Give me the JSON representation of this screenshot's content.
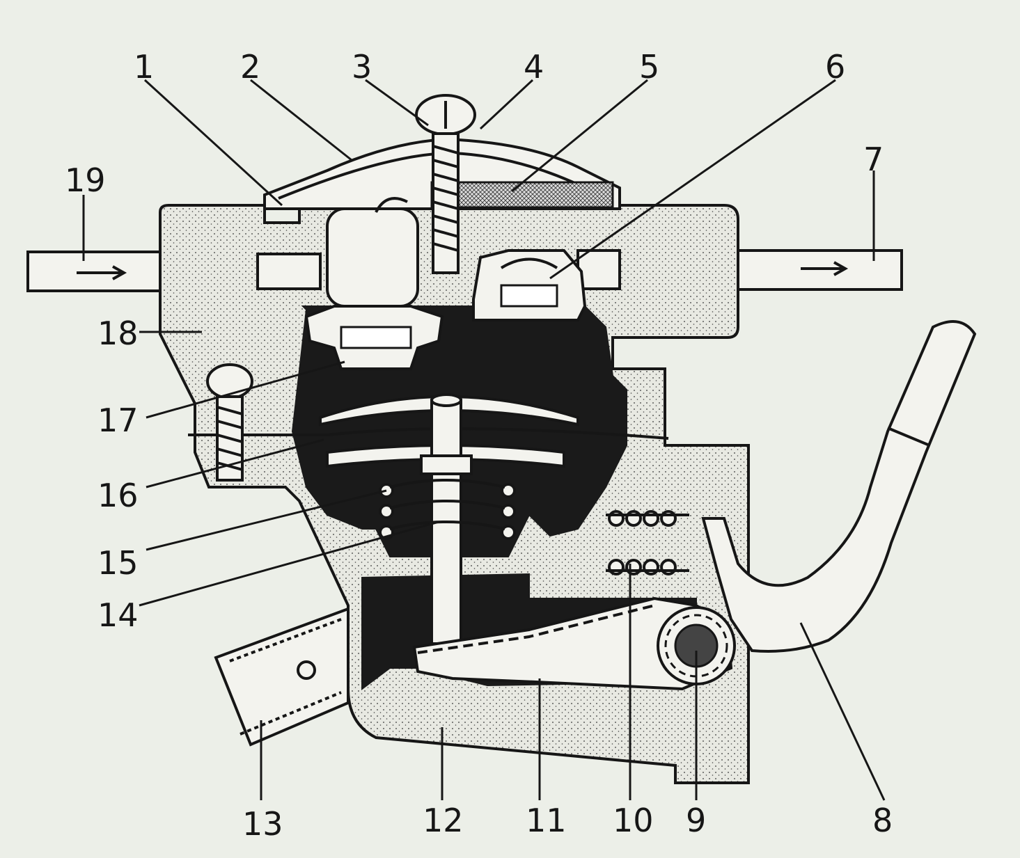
{
  "labels": [
    "1",
    "2",
    "3",
    "4",
    "5",
    "6",
    "7",
    "8",
    "9",
    "10",
    "11",
    "12",
    "13",
    "14",
    "15",
    "16",
    "17",
    "18",
    "19"
  ],
  "colors": {
    "background": "#ecefe8",
    "ink": "#161616",
    "casting": "#e5e6df",
    "chamber": "#1a1a1a"
  }
}
